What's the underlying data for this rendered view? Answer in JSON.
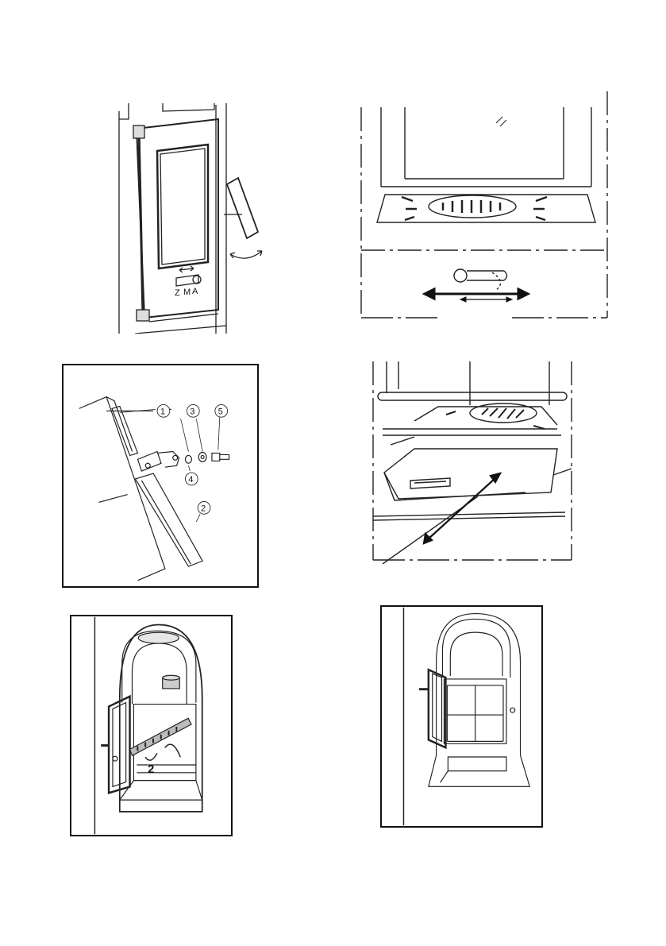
{
  "figures": {
    "door_handle": {
      "icon": "stove-door-handle-illustration",
      "labels": [
        "Z",
        "M",
        "A"
      ]
    },
    "air_control": {
      "icon": "primary-air-lever-illustration"
    },
    "hinge_detail": {
      "icon": "door-hinge-exploded-illustration",
      "callouts": [
        "1",
        "2",
        "3",
        "4",
        "5"
      ]
    },
    "ash_drawer": {
      "icon": "ash-drawer-pullout-illustration"
    },
    "grate_removal": {
      "icon": "stove-grate-removal-illustration",
      "callout": "2"
    },
    "firebox_lining": {
      "icon": "stove-firebox-lining-illustration"
    }
  }
}
